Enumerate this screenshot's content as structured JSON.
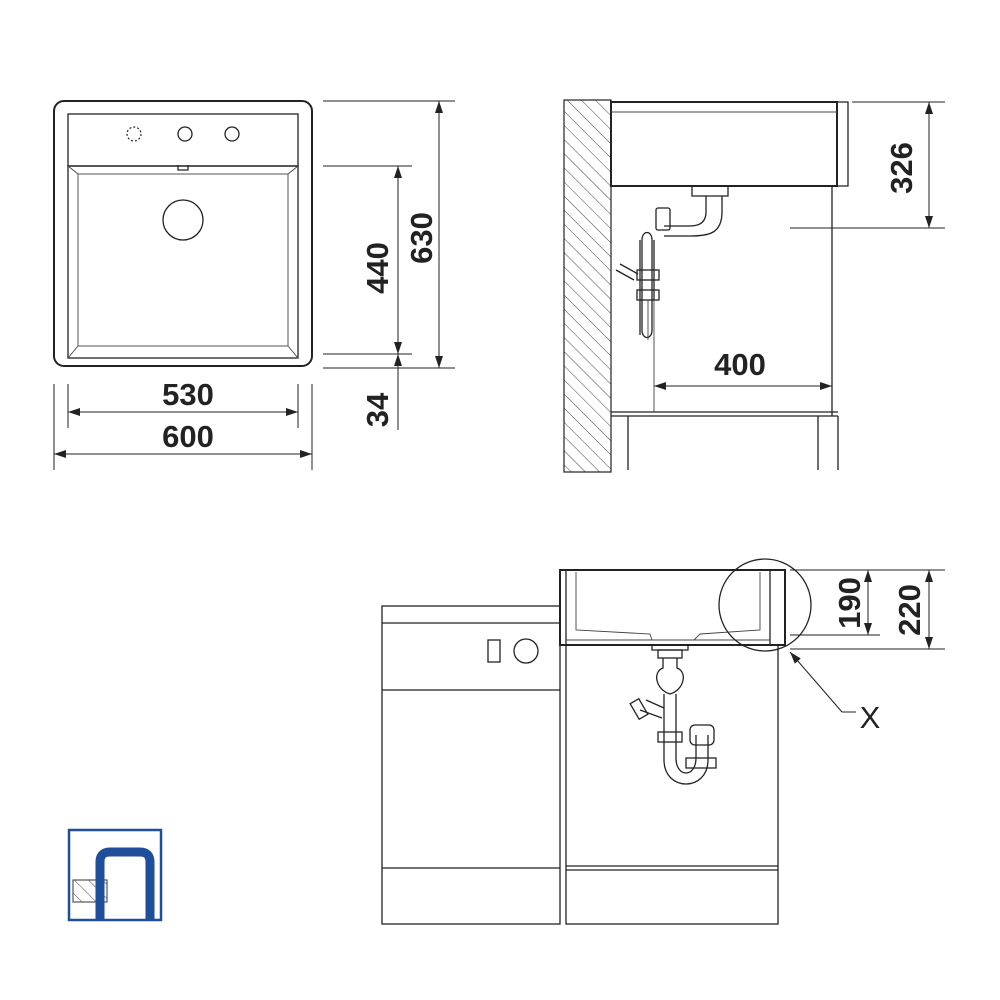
{
  "top_view": {
    "dims": {
      "inner_width": "530",
      "outer_width": "600",
      "inner_depth": "440",
      "outer_depth": "630",
      "front_rim": "34"
    }
  },
  "side_view": {
    "dims": {
      "height": "326",
      "drain_distance": "400"
    }
  },
  "front_view": {
    "dims": {
      "bowl_depth": "190",
      "overall_height": "220"
    },
    "detail_label": "X"
  },
  "icon": {
    "name": "undermount-installation-icon",
    "color": "#1f4e9a"
  }
}
